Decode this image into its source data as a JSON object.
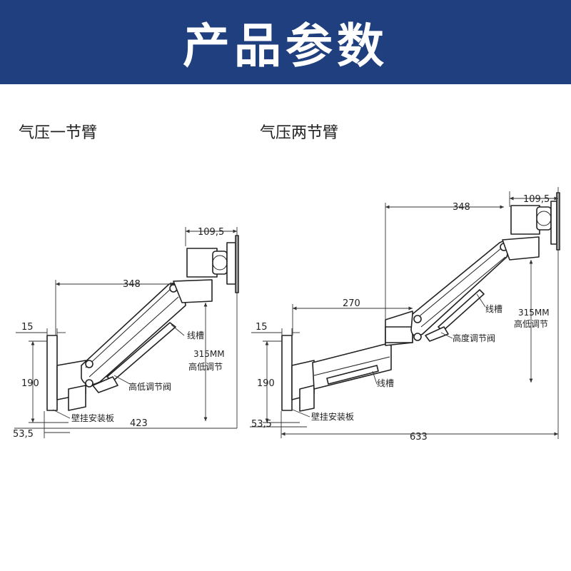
{
  "header": {
    "title": "产品参数"
  },
  "single_arm": {
    "title": "气压一节臂",
    "dims": {
      "w109": "109,5",
      "w348": "348",
      "w15": "15",
      "h190": "190",
      "w53": "53,5",
      "w423": "423",
      "h315": "315MM",
      "h315b": "高低调节"
    },
    "labels": {
      "cable": "线槽",
      "valve": "高低调节阀",
      "plate": "壁挂安装板"
    }
  },
  "double_arm": {
    "title": "气压两节臂",
    "dims": {
      "w109": "109,5",
      "w348": "348",
      "w270": "270",
      "w15": "15",
      "h190": "190",
      "w53": "53,5",
      "w633": "633",
      "h315": "315MM",
      "h315b": "高低调节"
    },
    "labels": {
      "cable_upper": "线槽",
      "valve": "高度调节阀",
      "cable_lower": "线槽",
      "plate": "壁挂安装板"
    }
  }
}
